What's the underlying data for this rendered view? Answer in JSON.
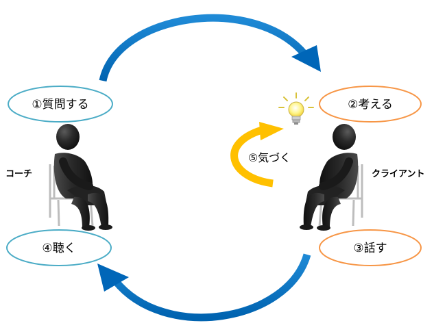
{
  "steps": {
    "ask": "①質問する",
    "think": "②考える",
    "speak": "③話す",
    "listen": "④聴く",
    "notice": "⑤気づく"
  },
  "roles": {
    "coach": "コーチ",
    "client": "クライアント"
  },
  "colors": {
    "coach_ellipse_border": "#4bacc6",
    "client_ellipse_border": "#f79646",
    "cycle_arrow": "#0070c0",
    "insight_arrow": "#ffc000",
    "figure": "#2b2b2b",
    "chair": "#b5b5b5",
    "bulb": "#fff9a8"
  },
  "icons": {
    "coach_figure": "seated-person-icon",
    "client_figure": "seated-person-icon",
    "insight": "lightbulb-icon"
  }
}
